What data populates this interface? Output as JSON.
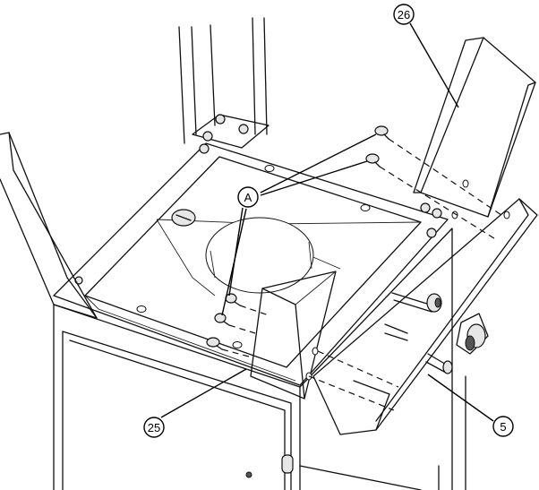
{
  "callouts": [
    {
      "id": "26",
      "label": "26"
    },
    {
      "id": "A",
      "label": "A"
    },
    {
      "id": "25",
      "label": "25"
    },
    {
      "id": "5",
      "label": "5"
    }
  ]
}
